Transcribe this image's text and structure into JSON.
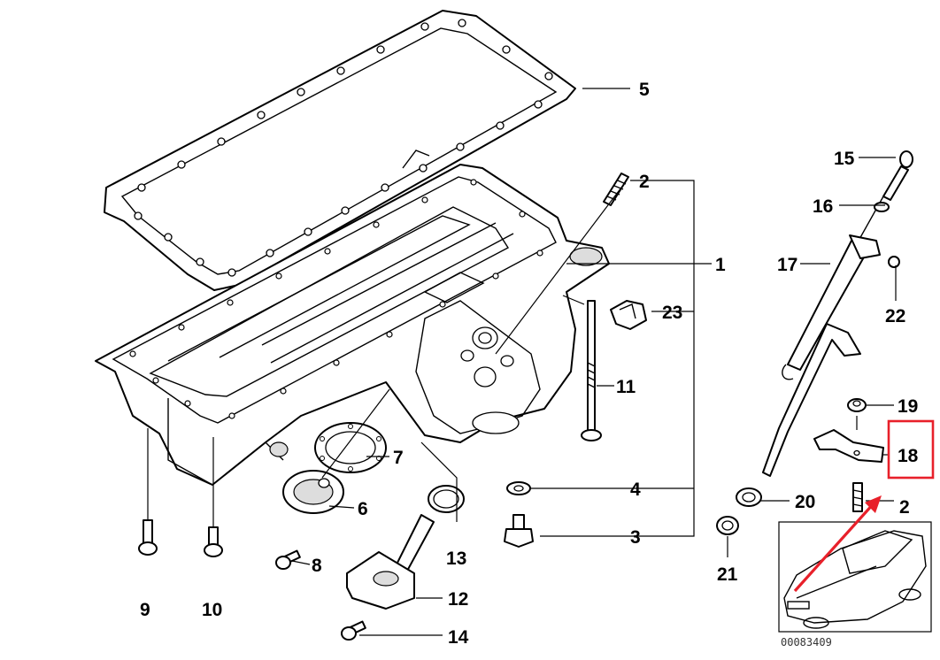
{
  "callouts": [
    {
      "id": "c1",
      "text": "1"
    },
    {
      "id": "c2a",
      "text": "2"
    },
    {
      "id": "c2b",
      "text": "2"
    },
    {
      "id": "c3",
      "text": "3"
    },
    {
      "id": "c4",
      "text": "4"
    },
    {
      "id": "c5",
      "text": "5"
    },
    {
      "id": "c6",
      "text": "6"
    },
    {
      "id": "c7",
      "text": "7"
    },
    {
      "id": "c8",
      "text": "8"
    },
    {
      "id": "c9",
      "text": "9"
    },
    {
      "id": "c10",
      "text": "10"
    },
    {
      "id": "c11",
      "text": "11"
    },
    {
      "id": "c12",
      "text": "12"
    },
    {
      "id": "c13",
      "text": "13"
    },
    {
      "id": "c14",
      "text": "14"
    },
    {
      "id": "c15",
      "text": "15"
    },
    {
      "id": "c16",
      "text": "16"
    },
    {
      "id": "c17",
      "text": "17"
    },
    {
      "id": "c18",
      "text": "18"
    },
    {
      "id": "c19",
      "text": "19"
    },
    {
      "id": "c20",
      "text": "20"
    },
    {
      "id": "c21",
      "text": "21"
    },
    {
      "id": "c22",
      "text": "22"
    },
    {
      "id": "c23",
      "text": "23"
    }
  ],
  "highlight": {
    "callout": "18",
    "color": "#e8202a"
  },
  "inset": {
    "code": "00083409",
    "arrow_color": "#e8202a"
  }
}
